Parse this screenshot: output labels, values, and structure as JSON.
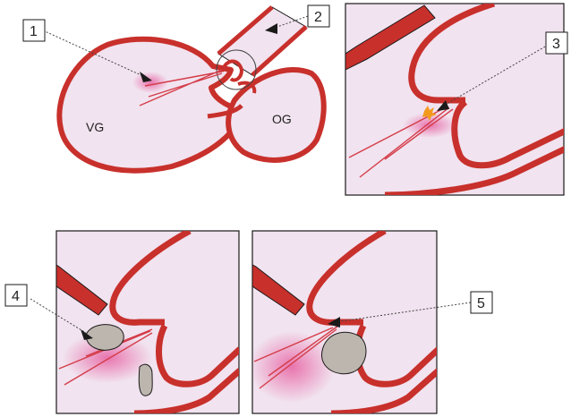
{
  "figure": {
    "callouts": [
      "1",
      "2",
      "3",
      "4",
      "5"
    ],
    "chamber_labels": {
      "ventricle": "VG",
      "atrium": "OG"
    },
    "colors": {
      "wall": "#c8302c",
      "wall_outline": "#1a1a1a",
      "blood": "#f1e3ef",
      "jet": "#e0569a",
      "clot": "#bdb6ae",
      "spark": "#f39a1e"
    }
  }
}
